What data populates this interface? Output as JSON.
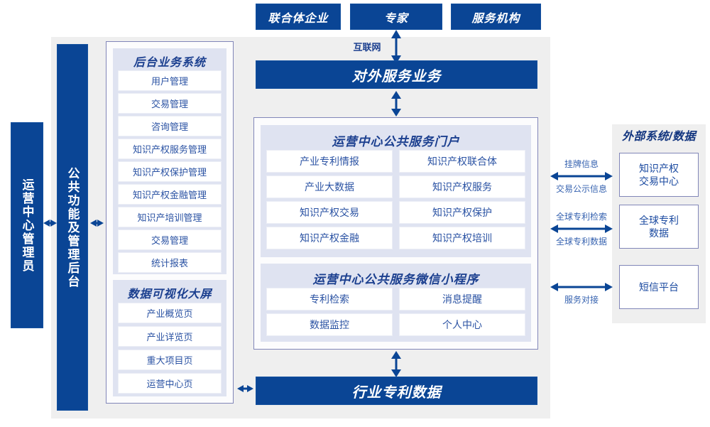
{
  "top_actors": [
    {
      "label": "联合体企业"
    },
    {
      "label": "专家"
    },
    {
      "label": "服务机构"
    }
  ],
  "connectors": {
    "internet_label": "互联网"
  },
  "external_service_bar": {
    "label": "对外服务业务"
  },
  "industry_data_bar": {
    "label": "行业专利数据"
  },
  "left_bars": [
    {
      "label": "运营中心管理员"
    },
    {
      "label": "公共功能及管理后台"
    }
  ],
  "backend_system": {
    "title": "后台业务系统",
    "items": [
      "用户管理",
      "交易管理",
      "咨询管理",
      "知识产权服务管理",
      "知识产权保护管理",
      "知识产权金融管理",
      "知识产培训管理",
      "交易管理",
      "统计报表"
    ]
  },
  "visual_screen": {
    "title": "数据可视化大屏",
    "items": [
      "产业概览页",
      "产业详览页",
      "重大项目页",
      "运营中心页"
    ]
  },
  "portal": {
    "title": "运营中心公共服务门户",
    "items": [
      "产业专利情报",
      "知识产权联合体",
      "产业大数据",
      "知识产权服务",
      "知识产权交易",
      "知识产权保护",
      "知识产权金融",
      "知识产权培训"
    ]
  },
  "miniprogram": {
    "title": "运营中心公共服务微信小程序",
    "items": [
      "专利检索",
      "消息提醒",
      "数据监控",
      "个人中心"
    ]
  },
  "external": {
    "title": "外部系统/数据",
    "boxes": [
      {
        "label": "知识产权\n交易中心"
      },
      {
        "label": "全球专利\n数据"
      },
      {
        "label": "短信平台"
      }
    ],
    "link_labels": [
      {
        "above": "挂牌信息",
        "below": "交易公示信息"
      },
      {
        "above": "全球专利检索",
        "below": "全球专利数据"
      },
      {
        "above": "",
        "below": "服务对接"
      }
    ]
  },
  "colors": {
    "brand_blue": "#0a4595",
    "panel_grey": "#efefef",
    "lavender": "#dfe3f1",
    "border_purple": "#8186b8",
    "text_blue": "#2a52a3"
  }
}
